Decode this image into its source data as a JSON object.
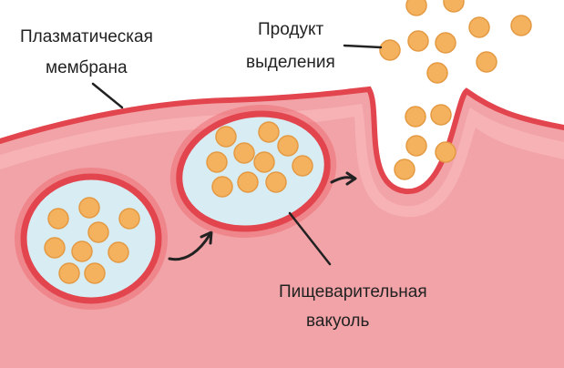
{
  "labels": {
    "plasma_membrane_line1": "Плазматическая",
    "plasma_membrane_line2": "мембрана",
    "secretion_product_line1": "Продукт",
    "secretion_product_line2": "выделения",
    "digestive_vacuole_line1": "Пищеварительная",
    "digestive_vacuole_line2": "вакуоль"
  },
  "colors": {
    "background": "#ffffff",
    "cytoplasm": "#f2a3a7",
    "cytoplasm_inner": "#f7b4b7",
    "membrane": "#e2454d",
    "membrane_halo": "#ec6f77",
    "vacuole_fill": "#d8ecf3",
    "particle": "#f4b15e",
    "particle_edge": "#e49a43",
    "line": "#222222"
  }
}
